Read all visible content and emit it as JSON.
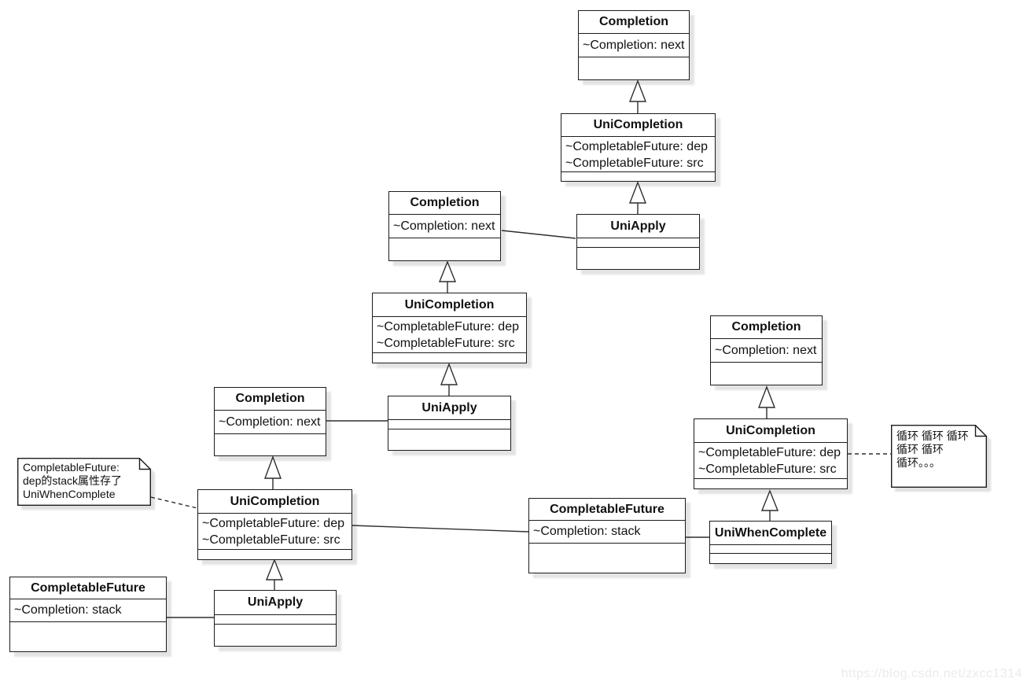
{
  "diagram": {
    "type": "uml-class-diagram",
    "colors": {
      "box_fill": "#ffffff",
      "stroke": "#1c1c1c",
      "shadow": "rgba(0,0,0,0.11)",
      "watermark_text": "#ebebeb"
    }
  },
  "boxes": [
    {
      "title": "Completion",
      "attributes": [
        "~Completion: next"
      ]
    },
    {
      "title": "UniCompletion",
      "attributes": [
        "~CompletableFuture: dep",
        "~CompletableFuture: src"
      ]
    },
    {
      "title": "UniApply",
      "attributes": []
    },
    {
      "title": "Completion",
      "attributes": [
        "~Completion: next"
      ]
    },
    {
      "title": "UniCompletion",
      "attributes": [
        "~CompletableFuture: dep",
        "~CompletableFuture: src"
      ]
    },
    {
      "title": "UniApply",
      "attributes": []
    },
    {
      "title": "Completion",
      "attributes": [
        "~Completion: next"
      ]
    },
    {
      "title": "UniCompletion",
      "attributes": [
        "~CompletableFuture: dep",
        "~CompletableFuture: src"
      ]
    },
    {
      "title": "UniApply",
      "attributes": []
    },
    {
      "title": "CompletableFuture",
      "attributes": [
        "~Completion: stack"
      ]
    },
    {
      "title": "Completion",
      "attributes": [
        "~Completion: next"
      ]
    },
    {
      "title": "UniCompletion",
      "attributes": [
        "~CompletableFuture: dep",
        "~CompletableFuture: src"
      ]
    },
    {
      "title": "CompletableFuture",
      "attributes": [
        "~Completion: stack"
      ]
    },
    {
      "title": "UniWhenComplete",
      "attributes": []
    }
  ],
  "notes": [
    {
      "lines": [
        "CompletableFuture:",
        "dep的stack属性存了",
        "UniWhenComplete"
      ]
    },
    {
      "lines": [
        "循环 循环 循环",
        "循环 循环",
        "循环。。。"
      ]
    }
  ],
  "relationships": [
    {
      "type": "inheritance",
      "from": "UniCompletion (group1)",
      "to": "Completion (group1)"
    },
    {
      "type": "inheritance",
      "from": "UniApply (group1)",
      "to": "UniCompletion (group1)"
    },
    {
      "type": "inheritance",
      "from": "UniCompletion (group2)",
      "to": "Completion (group2)"
    },
    {
      "type": "inheritance",
      "from": "UniApply (group2)",
      "to": "UniCompletion (group2)"
    },
    {
      "type": "inheritance",
      "from": "UniCompletion (group3)",
      "to": "Completion (group3)"
    },
    {
      "type": "inheritance",
      "from": "UniApply (group3)",
      "to": "UniCompletion (group3)"
    },
    {
      "type": "inheritance",
      "from": "UniCompletion (group4)",
      "to": "Completion (group4)"
    },
    {
      "type": "inheritance",
      "from": "UniWhenComplete (group4)",
      "to": "UniCompletion (group4)"
    },
    {
      "type": "association",
      "from": "Completion (group2)",
      "to": "UniApply (group1)"
    },
    {
      "type": "association",
      "from": "Completion (group3)",
      "to": "UniApply (group2)"
    },
    {
      "type": "association",
      "from": "CompletableFuture (group3)",
      "to": "UniApply (group3)"
    },
    {
      "type": "association",
      "from": "UniCompletion (group3)",
      "to": "CompletableFuture (group4)"
    },
    {
      "type": "association",
      "from": "CompletableFuture (group4)",
      "to": "UniWhenComplete (group4)"
    },
    {
      "type": "note-link",
      "from": "note-left",
      "to": "UniCompletion (group3)"
    },
    {
      "type": "note-link",
      "from": "note-right",
      "to": "UniCompletion (group4)"
    }
  ],
  "watermark": "https://blog.csdn.net/zxcc1314"
}
